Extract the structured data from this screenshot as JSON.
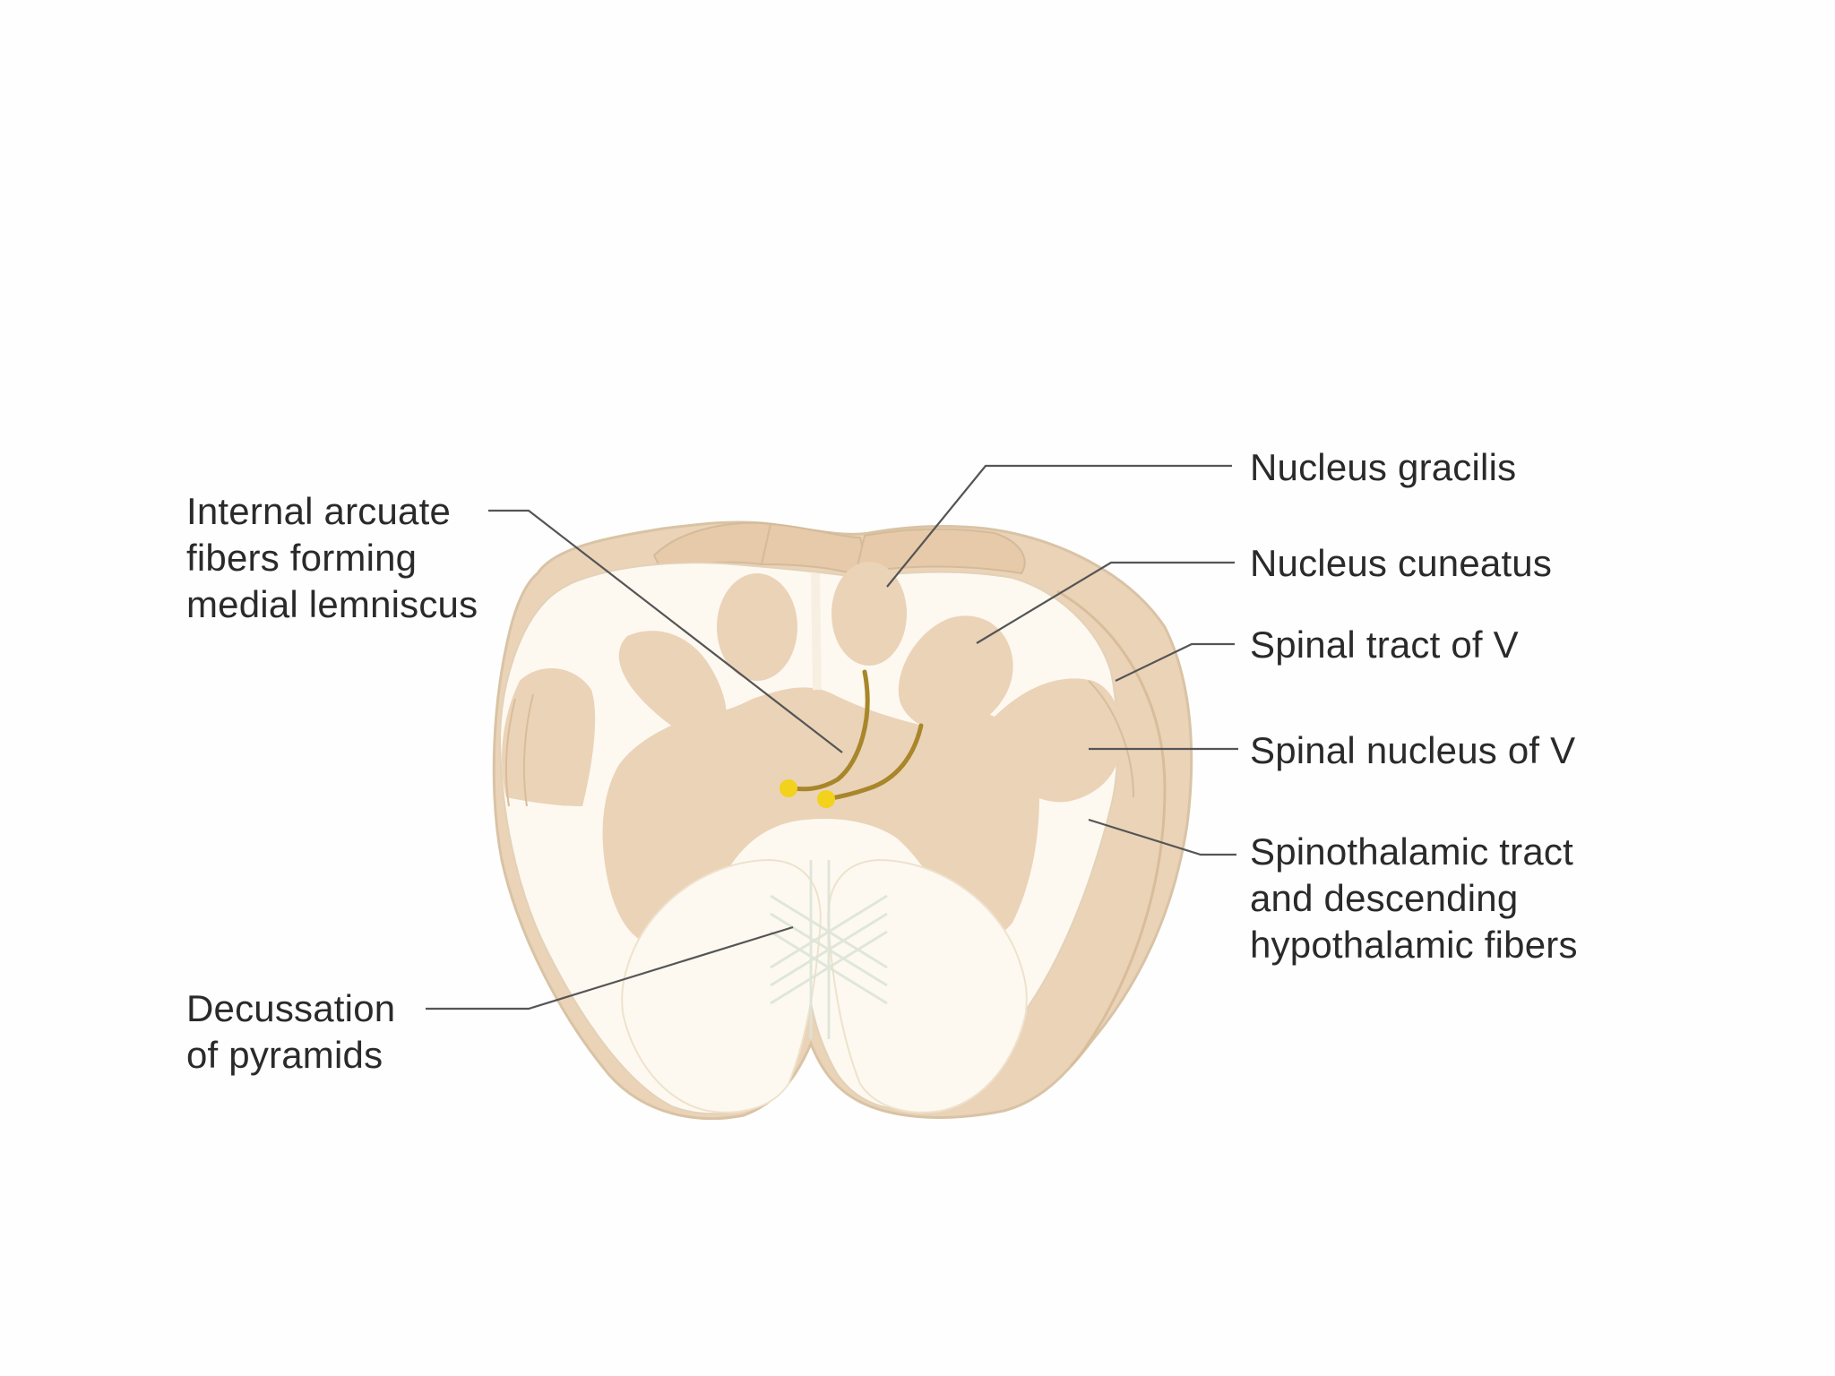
{
  "labels": {
    "internal_arcuate": {
      "lines": [
        "Internal arcuate",
        "fibers forming",
        "medial lemniscus"
      ]
    },
    "decussation": {
      "lines": [
        "Decussation",
        "of pyramids"
      ]
    },
    "nucleus_gracilis": {
      "lines": [
        "Nucleus gracilis"
      ]
    },
    "nucleus_cuneatus": {
      "lines": [
        "Nucleus cuneatus"
      ]
    },
    "spinal_tract_v": {
      "lines": [
        "Spinal tract of V"
      ]
    },
    "spinal_nucleus_v": {
      "lines": [
        "Spinal nucleus of V"
      ]
    },
    "spinothalamic": {
      "lines": [
        "Spinothalamic tract",
        "and descending",
        "hypothalamic fibers"
      ]
    }
  },
  "colors": {
    "gray_matter": "#ebd3b8",
    "white_matter": "#fdf9f1",
    "outline": "#d9c3a5",
    "leader_line": "#555555",
    "fiber": "#a8862a",
    "fiber_dot": "#f2d21a"
  }
}
